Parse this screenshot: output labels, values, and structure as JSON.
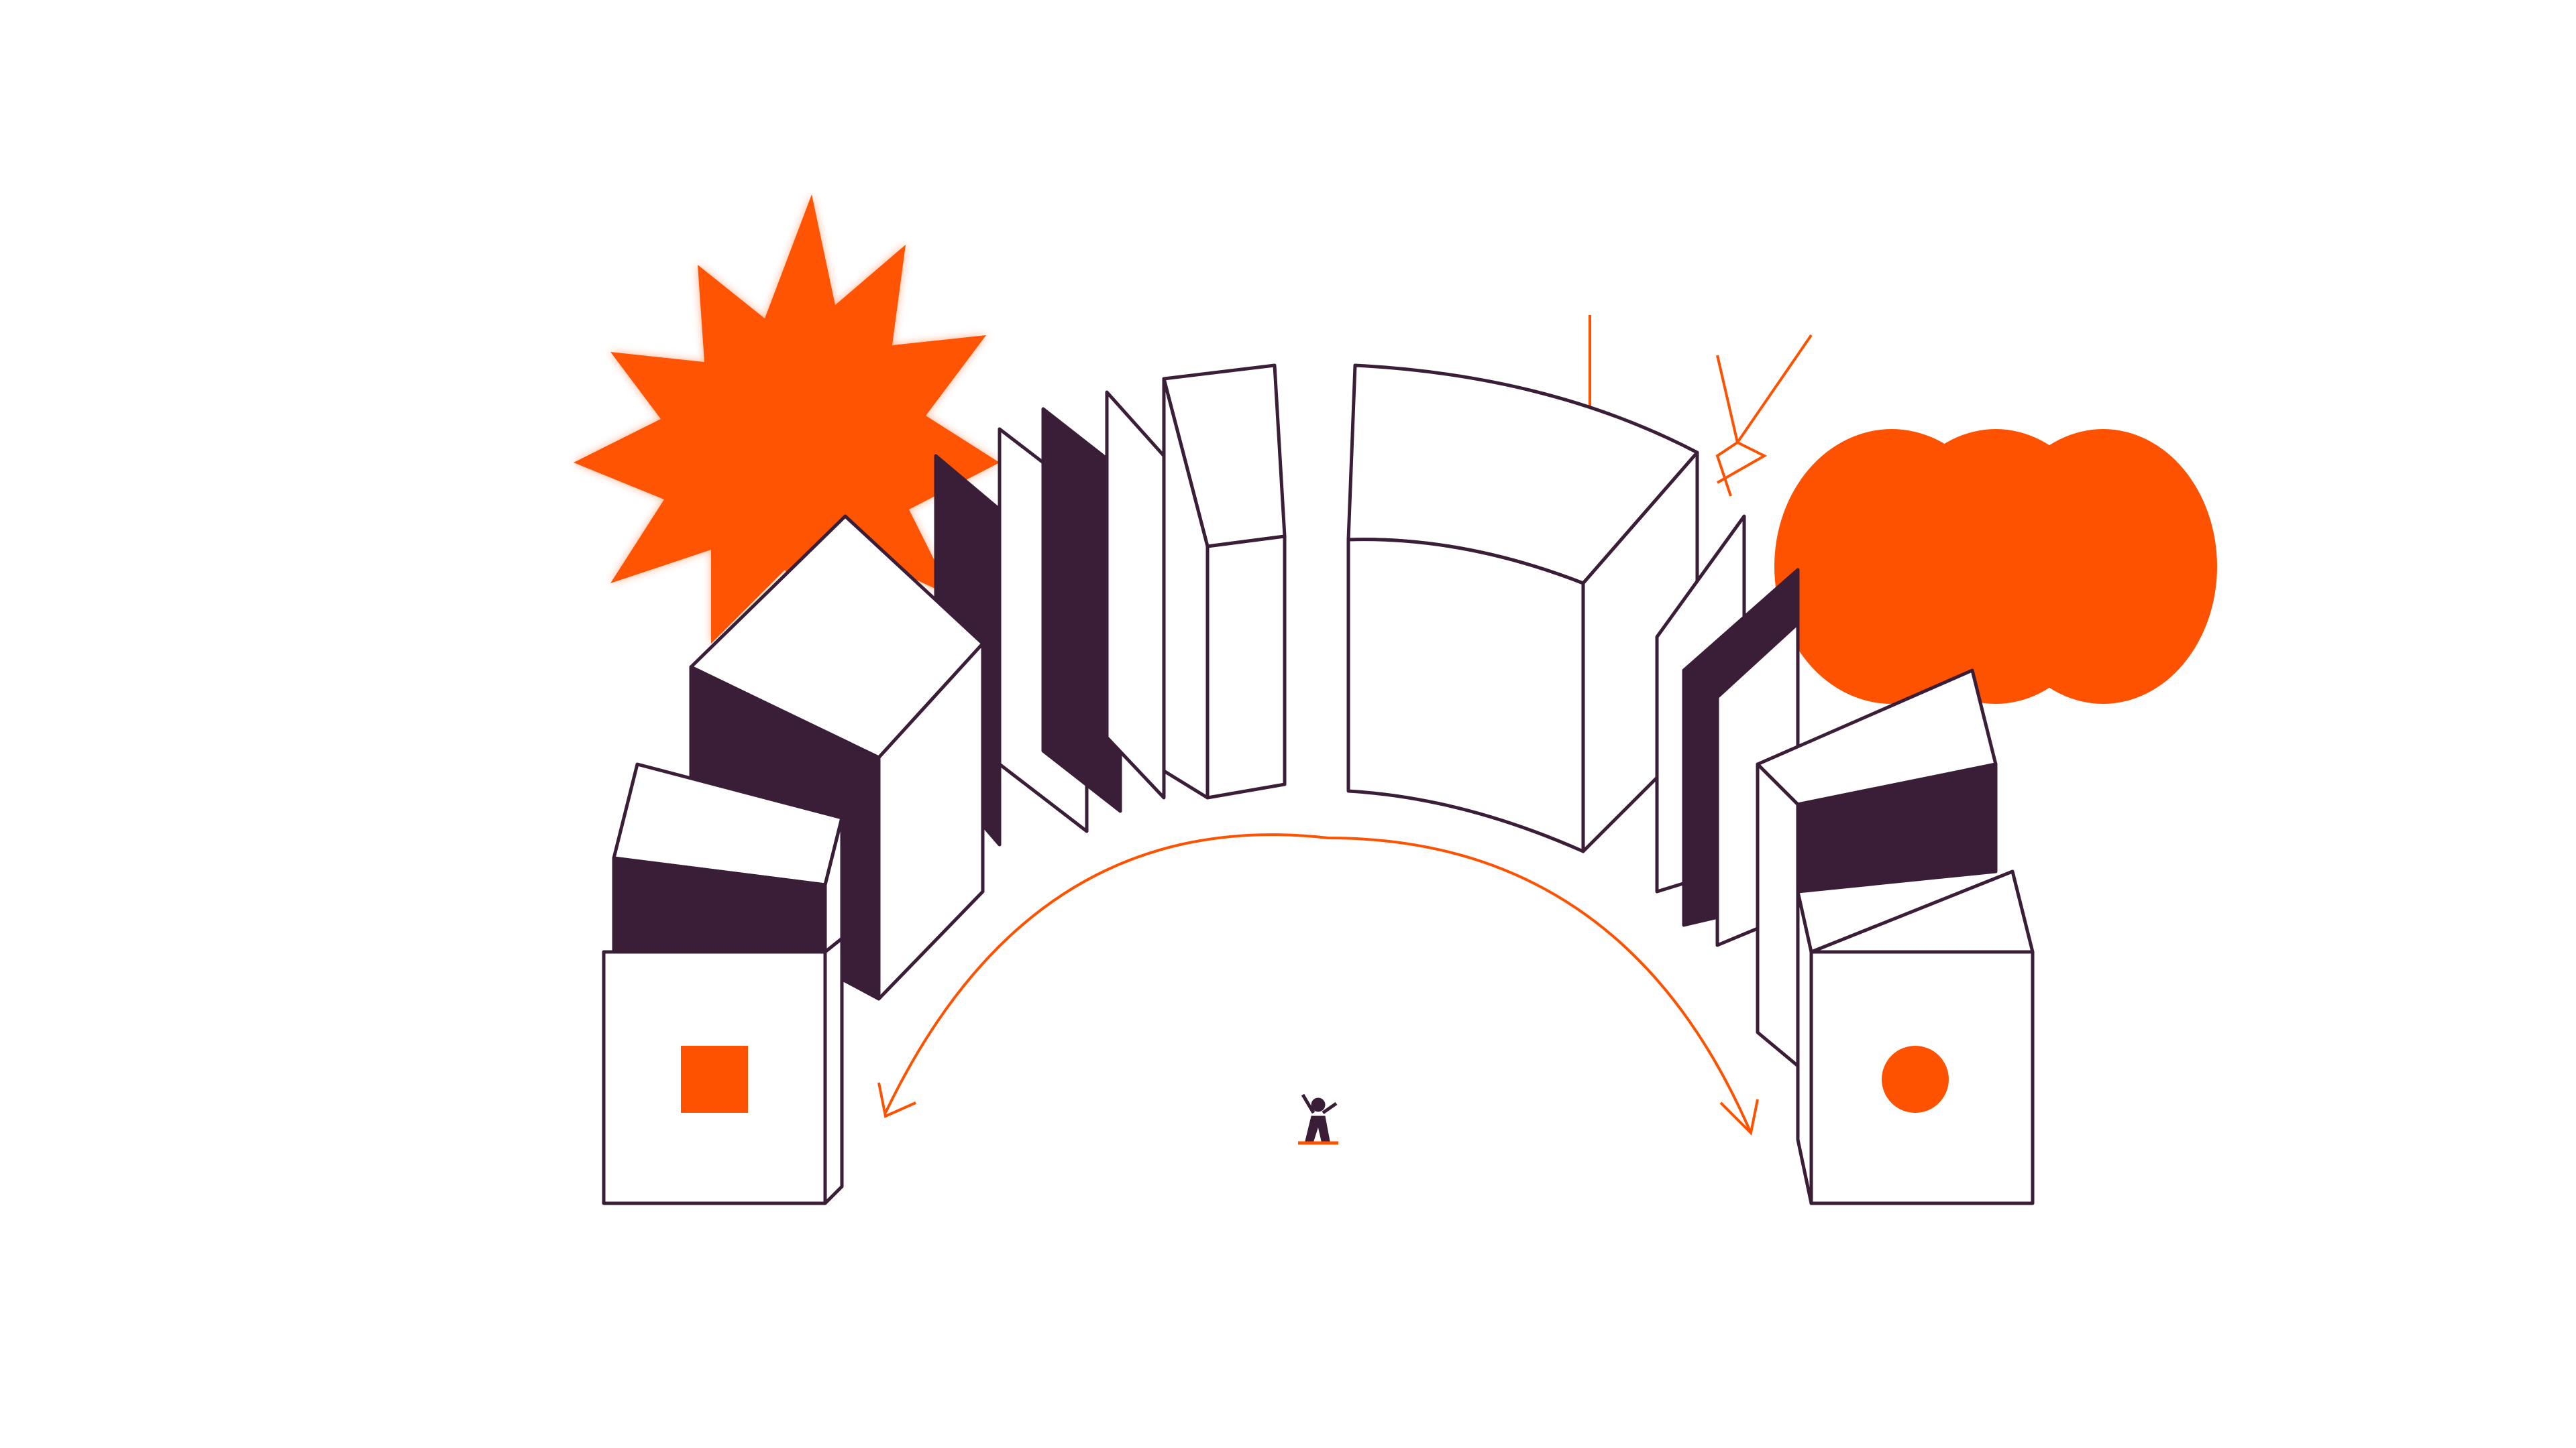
{
  "colors": {
    "background": "#ffffff",
    "orange": "#ff5200",
    "dark": "#3a1d36",
    "outline": "#3a1d36",
    "panel": "#ffffff"
  },
  "illustration": {
    "elements": [
      "starburst-shape",
      "triple-oval-shape",
      "lightning-lines",
      "arc-of-panels",
      "curved-double-arrow",
      "small-person-figure",
      "square-symbol",
      "circle-symbol"
    ]
  }
}
